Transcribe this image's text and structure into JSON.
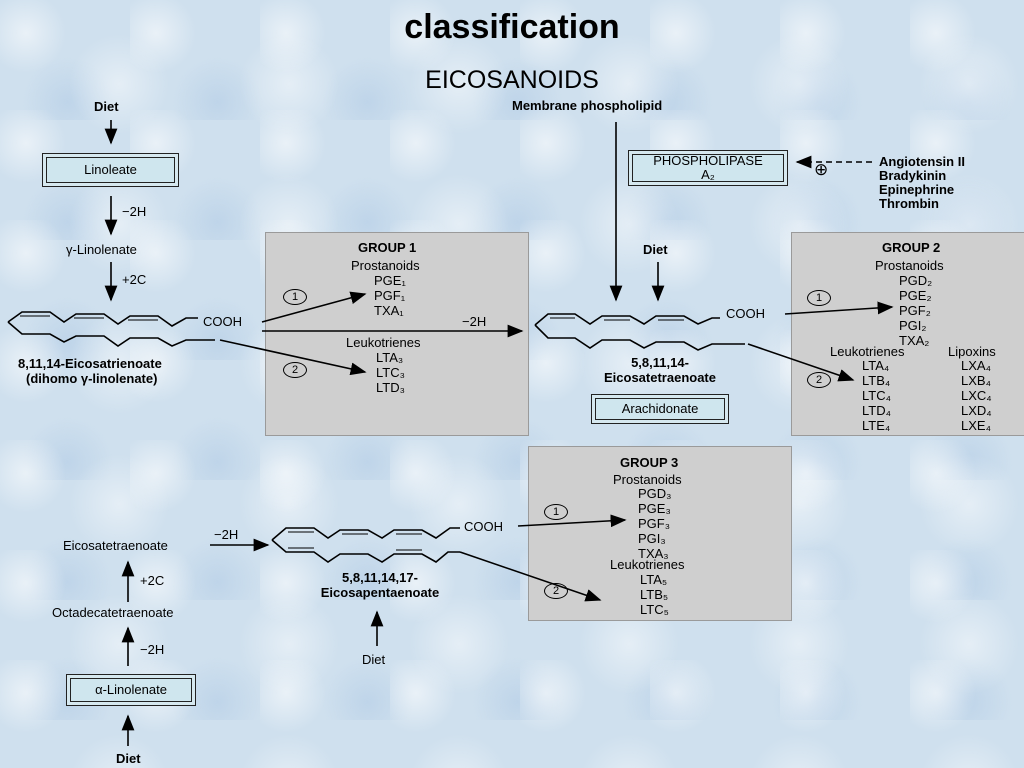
{
  "title": "classification",
  "subtitle": "EICOSANOIDS",
  "left": {
    "diet_top": "Diet",
    "linoleate": "Linoleate",
    "minus2h_a": "−2H",
    "gamma_linolenate": "γ-Linolenate",
    "plus2c_a": "+2C",
    "cooh": "COOH",
    "eicosatrienoate_1": "8,11,14-Eicosatrienoate",
    "eicosatrienoate_2": "(dihomo γ-linolenate)",
    "arrow_minus2h": "−2H"
  },
  "center": {
    "membrane": "Membrane phospholipid",
    "phospholipase_1": "PHOSPHOLIPASE",
    "phospholipase_2": "A₂",
    "diet": "Diet",
    "cooh": "COOH",
    "eicosatetraenoate_1": "5,8,11,14-",
    "eicosatetraenoate_2": "Eicosatetraenoate",
    "arachidonate": "Arachidonate"
  },
  "activators": {
    "plus": "⊕",
    "items": [
      "Angiotensin II",
      "Bradykinin",
      "Epinephrine",
      "Thrombin"
    ]
  },
  "group1": {
    "title": "GROUP 1",
    "prostanoids_label": "Prostanoids",
    "prostanoids": [
      "PGE₁",
      "PGF₁",
      "TXA₁"
    ],
    "leukotrienes_label": "Leukotrienes",
    "leukotrienes": [
      "LTA₃",
      "LTC₃",
      "LTD₃"
    ]
  },
  "group2": {
    "title": "GROUP 2",
    "prostanoids_label": "Prostanoids",
    "prostanoids": [
      "PGD₂",
      "PGE₂",
      "PGF₂",
      "PGI₂",
      "TXA₂"
    ],
    "leukotrienes_label": "Leukotrienes",
    "leukotrienes": [
      "LTA₄",
      "LTB₄",
      "LTC₄",
      "LTD₄",
      "LTE₄"
    ],
    "lipoxins_label": "Lipoxins",
    "lipoxins": [
      "LXA₄",
      "LXB₄",
      "LXC₄",
      "LXD₄",
      "LXE₄"
    ]
  },
  "group3": {
    "title": "GROUP 3",
    "prostanoids_label": "Prostanoids",
    "prostanoids": [
      "PGD₃",
      "PGE₃",
      "PGF₃",
      "PGI₃",
      "TXA₃"
    ],
    "leukotrienes_label": "Leukotrienes",
    "leukotrienes": [
      "LTA₅",
      "LTB₅",
      "LTC₅"
    ]
  },
  "bottom": {
    "eicosatetraenoate": "Eicosatetraenoate",
    "minus2h_arrow": "−2H",
    "plus2c": "+2C",
    "octadecatetraenoate": "Octadecatetraenoate",
    "minus2h": "−2H",
    "alpha_linolenate": "α-Linolenate",
    "diet_bottom": "Diet",
    "cooh": "COOH",
    "eicosapentaenoate_1": "5,8,11,14,17-",
    "eicosapentaenoate_2": "Eicosapentaenoate",
    "diet_center": "Diet"
  },
  "markers": {
    "one": "1",
    "two": "2"
  }
}
